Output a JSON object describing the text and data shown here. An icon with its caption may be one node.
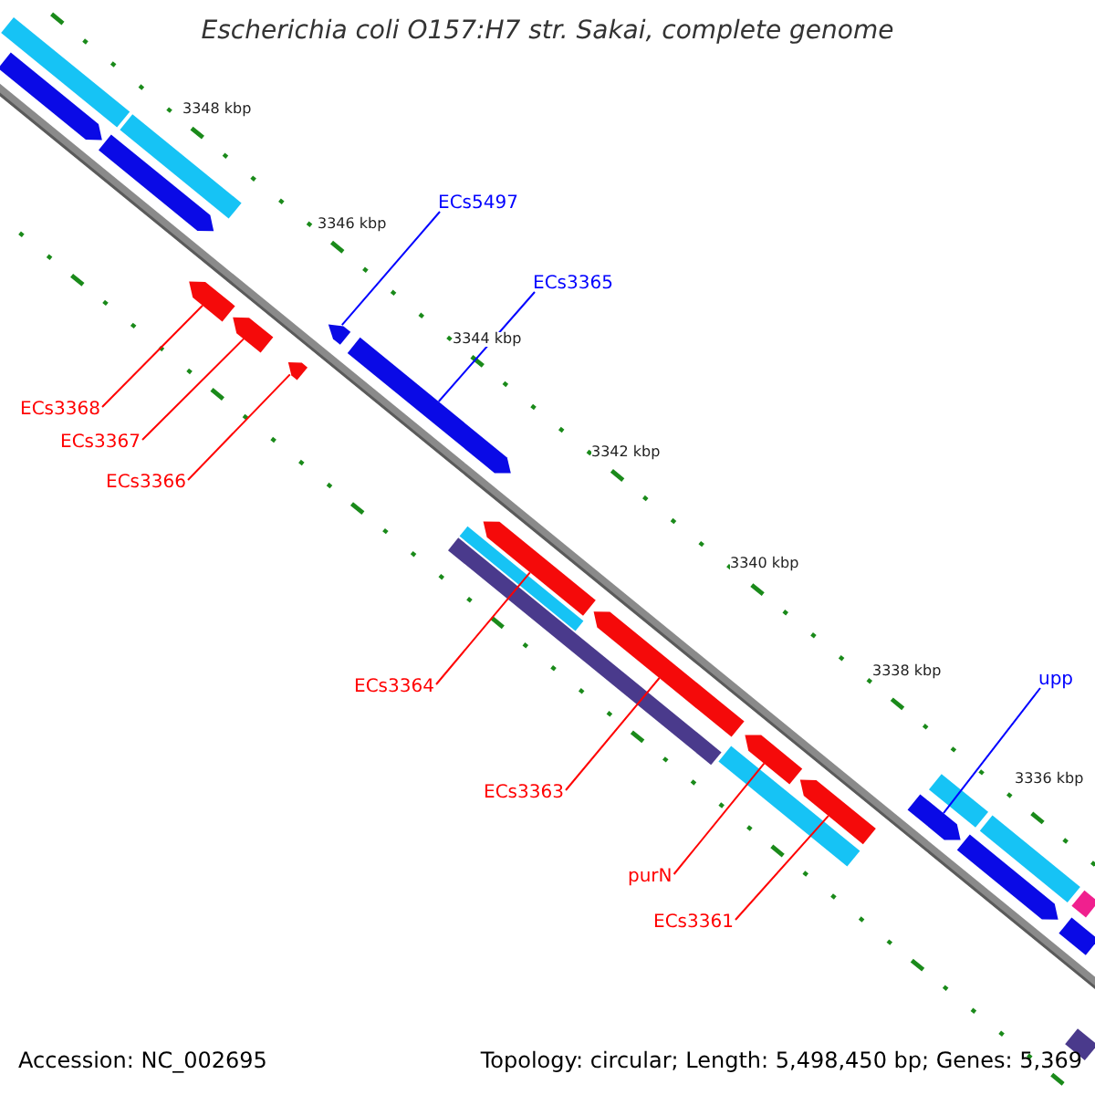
{
  "diagram": {
    "title": "Escherichia coli O157:H7 str. Sakai, complete genome",
    "nodes": [
      {
        "text": [
          "ECs5497"
        ]
      },
      {
        "text": [
          "ECs3365"
        ]
      },
      {
        "text": [
          "ECs3368"
        ]
      },
      {
        "text": [
          "ECs3367"
        ]
      },
      {
        "text": [
          "ECs3366"
        ]
      },
      {
        "text": [
          "ECs3364"
        ]
      },
      {
        "text": [
          "upp"
        ]
      },
      {
        "text": [
          "ECs3363"
        ]
      },
      {
        "text": [
          "purN"
        ]
      },
      {
        "text": [
          "ECs3361"
        ]
      },
      {
        "text": [],
        "shape": "bar"
      },
      {
        "text": [],
        "shape": "bar"
      },
      {
        "text": [],
        "shape": "bar"
      },
      {
        "text": [],
        "shape": "bar"
      },
      {
        "text": [],
        "shape": "bar"
      },
      {
        "text": [],
        "shape": "bar"
      },
      {
        "text": [],
        "shape": "bar"
      },
      {
        "text": [],
        "shape": "bar"
      },
      {
        "text": [],
        "shape": "bar"
      },
      {
        "text": [],
        "shape": "bar"
      },
      {
        "text": [],
        "shape": "bar"
      },
      {
        "text": [],
        "shape": "bar"
      },
      {
        "text": [],
        "shape": "bar"
      },
      {
        "text": [],
        "shape": "bar"
      },
      {
        "text": [],
        "shape": "bar"
      },
      {
        "text": [],
        "shape": "bar"
      },
      {
        "text": [],
        "shape": "bar"
      },
      {
        "text": [],
        "shape": "bar"
      },
      {
        "text": [],
        "shape": "bar"
      },
      {
        "text": [],
        "shape": "bar"
      },
      {
        "text": [],
        "shape": "bar"
      },
      {
        "text": [],
        "shape": "bar"
      },
      {
        "text": [],
        "shape": "bar"
      }
    ],
    "edges": [
      {
        "from": 0,
        "to": 10,
        "arrow": "none",
        "color": "#0000ff"
      },
      {
        "from": 1,
        "to": 11,
        "arrow": "none",
        "color": "#0000ff"
      },
      {
        "from": 2,
        "to": 12,
        "arrow": "none"
      },
      {
        "from": 3,
        "to": 13,
        "arrow": "none"
      },
      {
        "from": 4,
        "to": 14,
        "arrow": "none"
      },
      {
        "from": 5,
        "to": 15,
        "arrow": "none"
      },
      {
        "from": 6,
        "to": 17,
        "arrow": "none",
        "color": "#0000ff"
      },
      {
        "from": 7,
        "to": 16,
        "arrow": "none"
      },
      {
        "from": 8,
        "to": 18,
        "arrow": "none"
      },
      {
        "from": 9,
        "to": 19,
        "arrow": "none"
      }
    ],
    "labels": [
      "3348 kbp",
      "3346 kbp",
      "3344 kbp",
      "3342 kbp",
      "3340 kbp",
      "3338 kbp",
      "3336 kbp",
      "Accession: NC_002695",
      "Topology: circular; Length: 5,498,450 bp; Genes: 5,369"
    ]
  }
}
